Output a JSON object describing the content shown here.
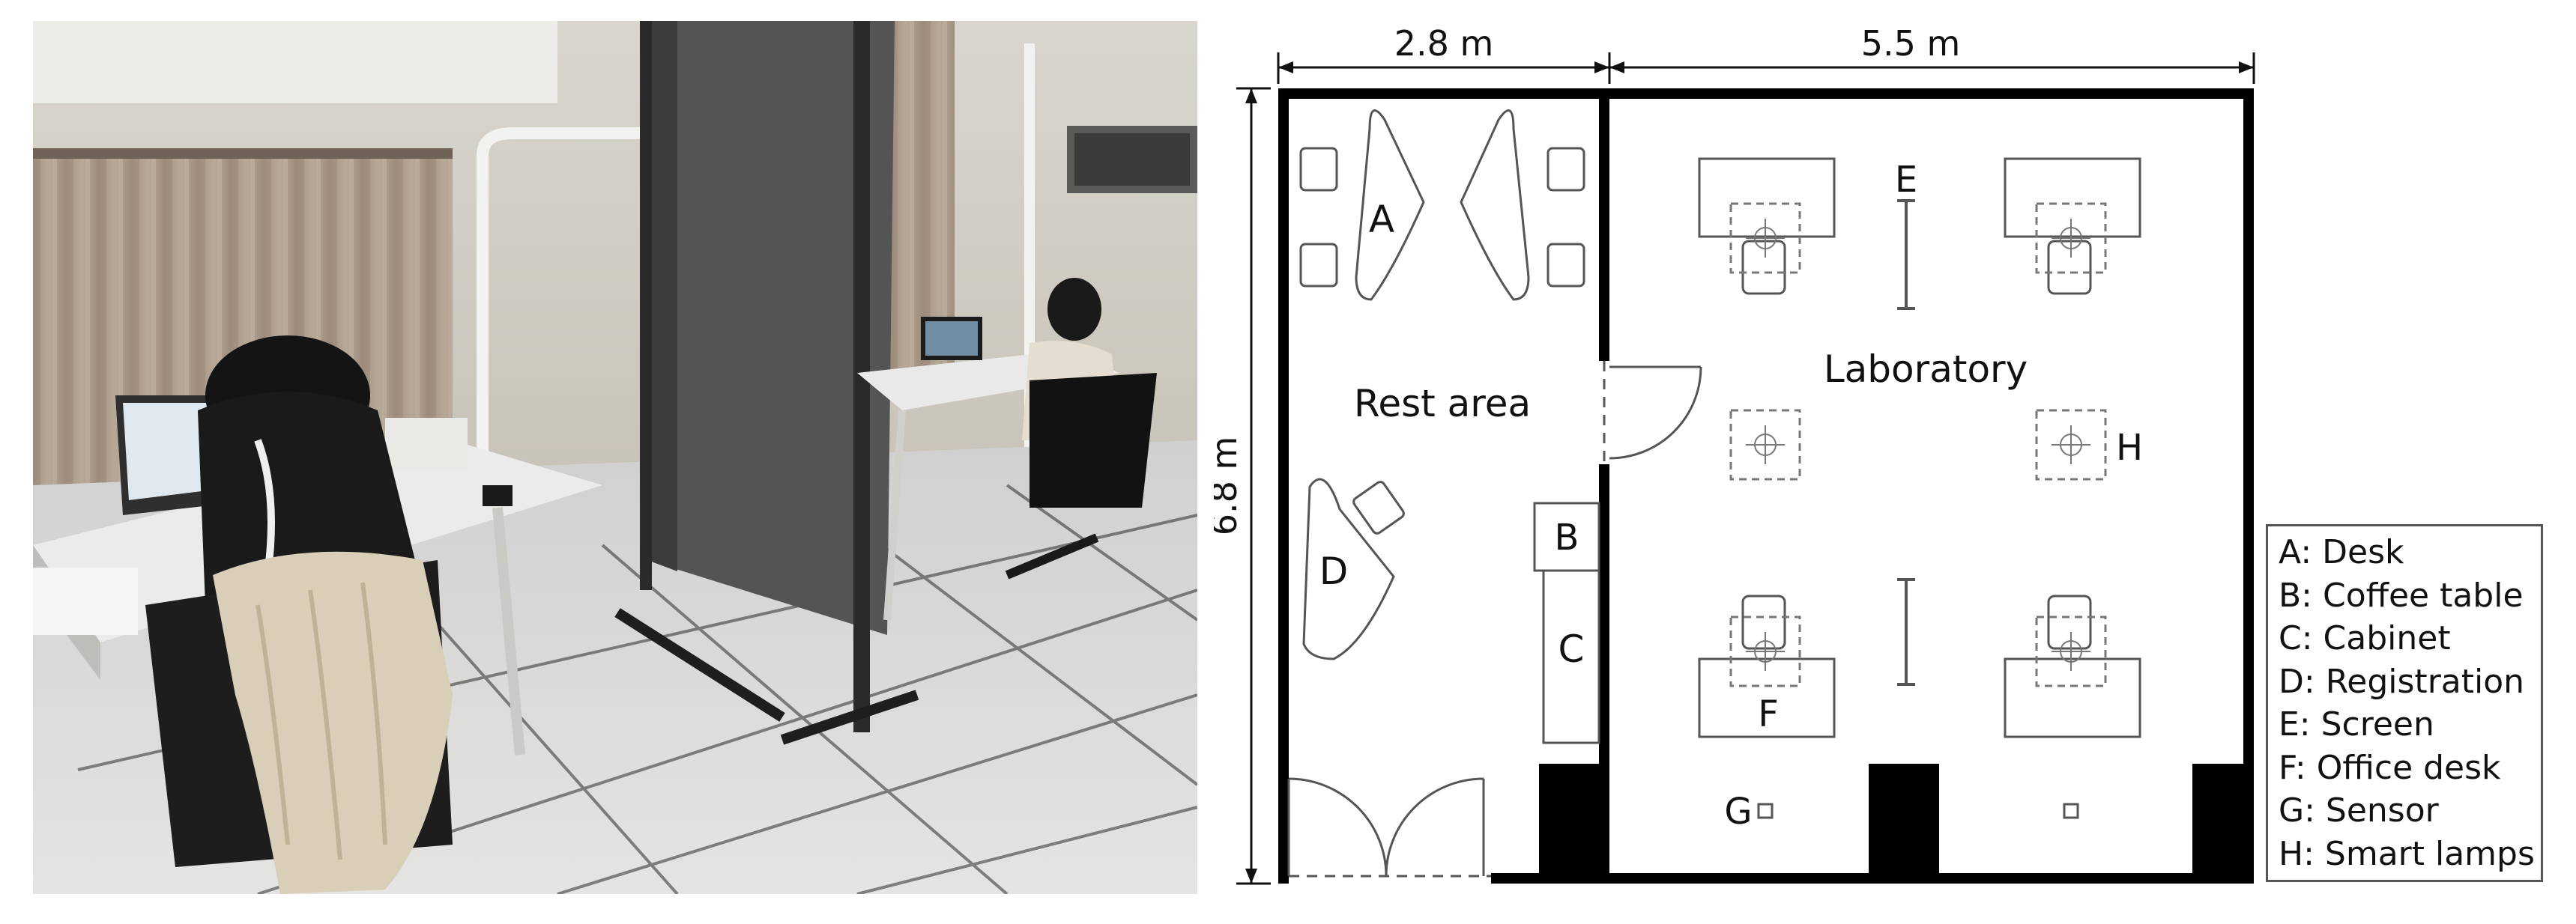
{
  "photo": {
    "description_icon": "photo-of-laboratory-with-two-people-at-laptops"
  },
  "floor_plan": {
    "dimensions": {
      "rest_area_width": "2.8 m",
      "lab_width": "5.5 m",
      "height": "6.8 m"
    },
    "room_labels": {
      "rest_area": "Rest area",
      "laboratory": "Laboratory"
    },
    "markers": {
      "A": "A",
      "B": "B",
      "C": "C",
      "D": "D",
      "E": "E",
      "F": "F",
      "G": "G",
      "H": "H"
    }
  },
  "legend": {
    "items": [
      "A: Desk",
      "B: Coffee table",
      "C: Cabinet",
      "D: Registration",
      "E: Screen",
      "F: Office desk",
      "G: Sensor",
      "H: Smart lamps"
    ]
  },
  "colors": {
    "wall": "#000000",
    "line": "#555555",
    "dashed": "#777777"
  }
}
